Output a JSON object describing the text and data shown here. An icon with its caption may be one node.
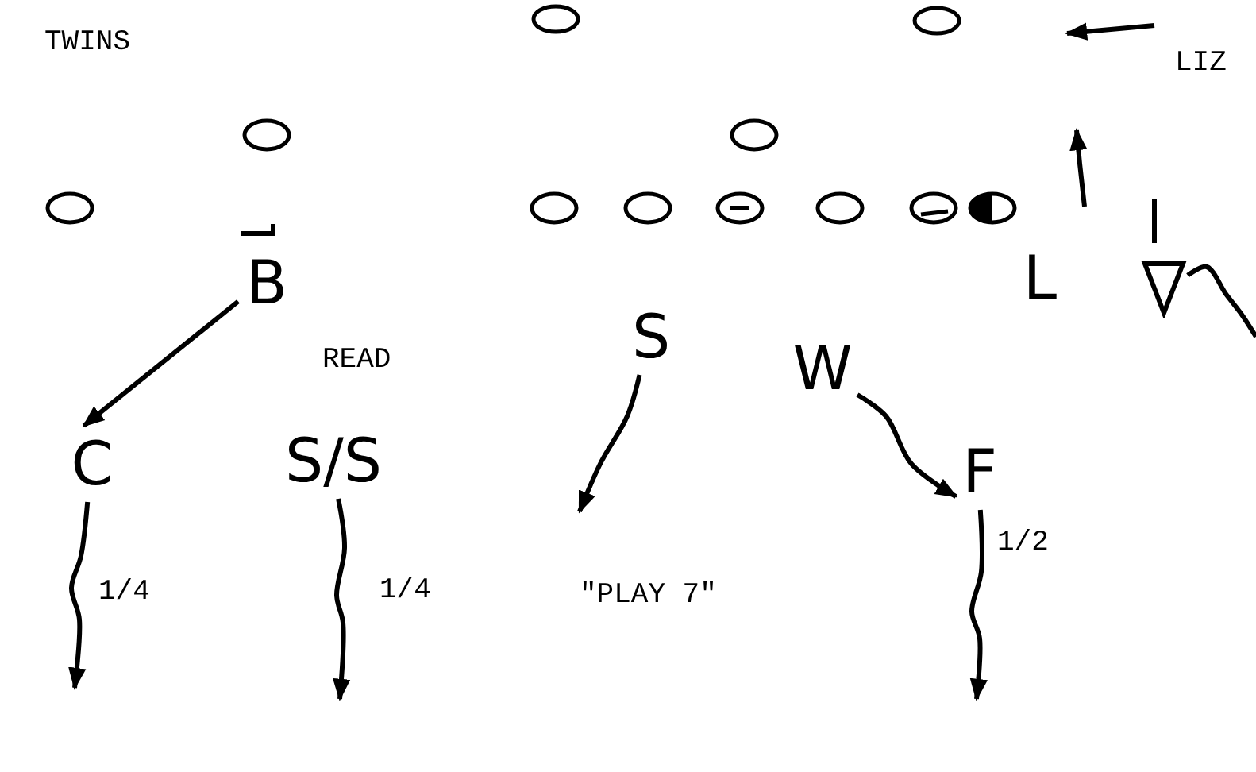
{
  "diagram": {
    "nodes": [
      {
        "text": [],
        "shape": "circle"
      },
      {
        "text": [],
        "shape": "circle"
      },
      {
        "text": [],
        "shape": "circle"
      },
      {
        "text": [],
        "shape": "circle"
      },
      {
        "text": [],
        "shape": "circle"
      },
      {
        "text": [],
        "shape": "circle"
      },
      {
        "text": [],
        "shape": "circle"
      },
      {
        "text": [],
        "shape": "circle"
      },
      {
        "text": [],
        "shape": "circle"
      },
      {
        "text": [],
        "shape": "circle"
      },
      {
        "text": [],
        "shape": "circle"
      },
      {
        "text": [
          "B"
        ]
      },
      {
        "text": [
          "L"
        ]
      },
      {
        "text": [],
        "shape": "triangle"
      },
      {
        "text": [
          "S"
        ]
      },
      {
        "text": [
          "W"
        ]
      },
      {
        "text": [
          "C"
        ],
        "beside": [
          "1/4"
        ]
      },
      {
        "text": [
          "S/S"
        ],
        "beside": [
          "1/4"
        ]
      },
      {
        "text": [
          "F"
        ],
        "beside": [
          "1/2"
        ]
      }
    ],
    "edges": [
      {
        "from": 11,
        "to": 16,
        "arrow": "to"
      },
      {
        "from": 14,
        "to": null,
        "arrow": "to"
      },
      {
        "from": 15,
        "to": 18,
        "arrow": "to"
      },
      {
        "from": 16,
        "to": null,
        "arrow": "to"
      },
      {
        "from": 17,
        "to": null,
        "arrow": "to"
      },
      {
        "from": 18,
        "to": null,
        "arrow": "to"
      },
      {
        "from": 13,
        "to": null,
        "arrow": "none"
      }
    ],
    "labels": [
      "TWINS",
      "LIZ",
      "READ",
      "\"PLAY 7\""
    ]
  }
}
